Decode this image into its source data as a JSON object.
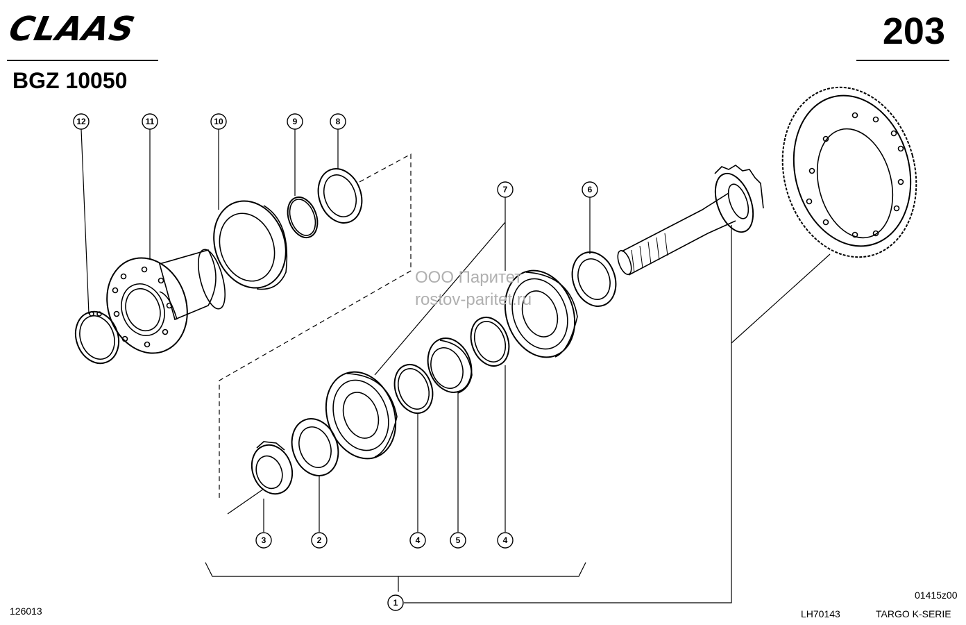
{
  "header": {
    "brand": "CLAAS",
    "sheet_number": "203",
    "model": "BGZ 10050"
  },
  "watermark": {
    "line1": "ООО Паритет",
    "line2": "rostov-paritet.ru"
  },
  "footer": {
    "ref_left": "126013",
    "drawing_id": "01415z00",
    "part_code": "LH70143",
    "series": "TARGO K-SERIE"
  },
  "callouts": [
    {
      "id": "12",
      "label": "12"
    },
    {
      "id": "11",
      "label": "11"
    },
    {
      "id": "10",
      "label": "10"
    },
    {
      "id": "9",
      "label": "9"
    },
    {
      "id": "8",
      "label": "8"
    },
    {
      "id": "7",
      "label": "7"
    },
    {
      "id": "6",
      "label": "6"
    },
    {
      "id": "3",
      "label": "3"
    },
    {
      "id": "2",
      "label": "2"
    },
    {
      "id": "4a",
      "label": "4"
    },
    {
      "id": "5",
      "label": "5"
    },
    {
      "id": "4b",
      "label": "4"
    },
    {
      "id": "1",
      "label": "1"
    }
  ],
  "colors": {
    "line": "#000000",
    "watermark": "#b0b0b0",
    "background": "#ffffff"
  }
}
